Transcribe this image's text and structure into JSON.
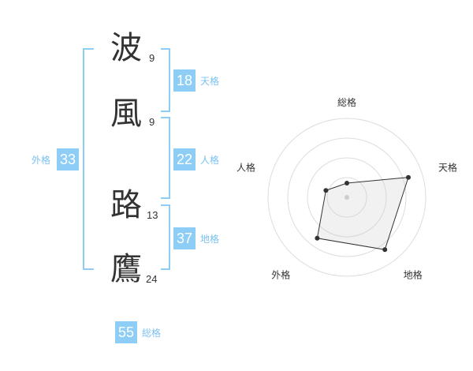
{
  "name_chars": [
    {
      "char": "波",
      "strokes": "9"
    },
    {
      "char": "風",
      "strokes": "9"
    },
    {
      "char": "路",
      "strokes": "13"
    },
    {
      "char": "鷹",
      "strokes": "24"
    }
  ],
  "fortunes": {
    "tenkaku": {
      "label": "天格",
      "value": "18"
    },
    "jinkaku": {
      "label": "人格",
      "value": "22"
    },
    "chikaku": {
      "label": "地格",
      "value": "37"
    },
    "gaikaku": {
      "label": "外格",
      "value": "33"
    },
    "soukaku": {
      "label": "総格",
      "value": "55"
    }
  },
  "colors": {
    "accent": "#8dcdf6",
    "accent_text": "#7bc2f0",
    "text": "#333333"
  },
  "chart_data": {
    "type": "radar",
    "axes": [
      "総格",
      "天格",
      "地格",
      "外格",
      "人格"
    ],
    "rings": 4,
    "values": [
      0.18,
      0.82,
      0.82,
      0.64,
      0.28
    ],
    "grid": true
  }
}
